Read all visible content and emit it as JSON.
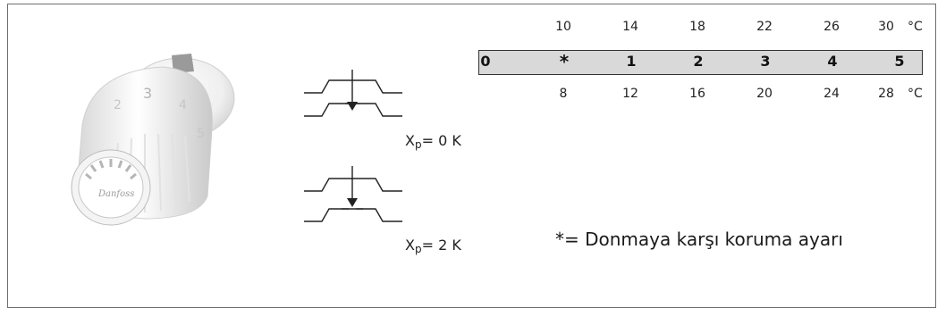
{
  "diagram": {
    "xp_label_1": {
      "prefix": "X",
      "sub": "p",
      "suffix": "= 0 K"
    },
    "xp_label_2": {
      "prefix": "X",
      "sub": "p",
      "suffix": "= 2 K"
    }
  },
  "table": {
    "top_values": [
      "10",
      "14",
      "18",
      "22",
      "26",
      "30"
    ],
    "top_unit": "°C",
    "scale_settings": [
      "0",
      "*",
      "1",
      "2",
      "3",
      "4",
      "5"
    ],
    "bottom_values": [
      "8",
      "12",
      "16",
      "20",
      "24",
      "28"
    ],
    "bottom_unit": "°C"
  },
  "note": "*= Donmaya karşı koruma ayarı",
  "knob": {
    "dial_numbers": [
      "2",
      "3",
      "4",
      "5"
    ],
    "brand": "Danfoss"
  },
  "colors": {
    "frame": "#6e6e6e",
    "scale_fill": "#d9d9d9"
  }
}
